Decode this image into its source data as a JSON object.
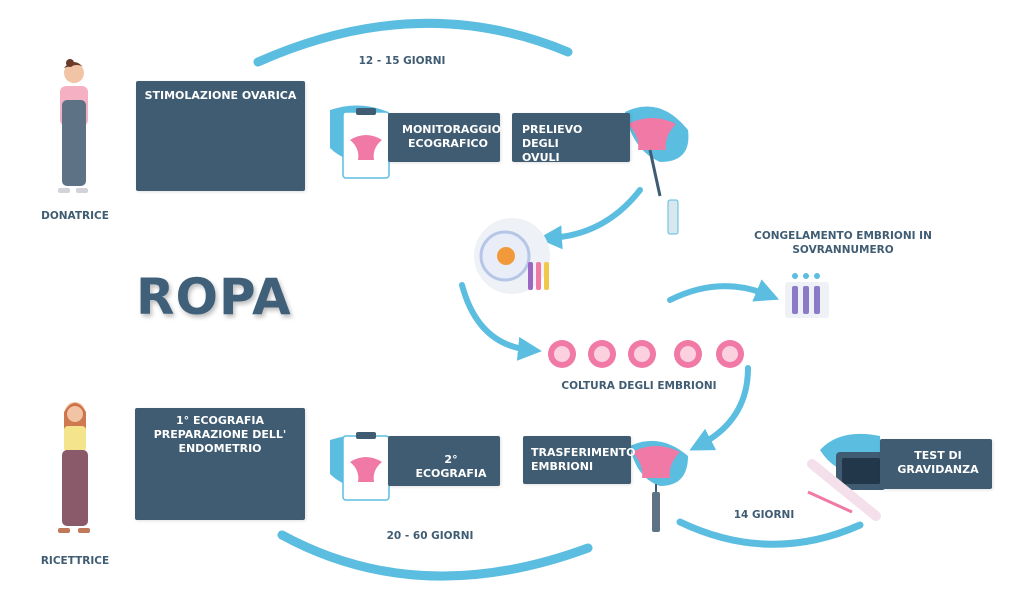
{
  "title": "ROPA",
  "roles": {
    "donor": "DONATRICE",
    "recipient": "RICETTRICE"
  },
  "steps": {
    "stimolazione": "STIMOLAZIONE OVARICA",
    "monitoraggio": "MONITORAGGIO ECOGRAFICO",
    "prelievo": "PRELIEVO DEGLI OVULI",
    "congelamento": "CONGELAMENTO EMBRIONI IN SOVRANNUMERO",
    "coltura": "COLTURA DEGLI EMBRIONI",
    "prima_ecografia": "1° ECOGRAFIA PREPARAZIONE DELL' ENDOMETRIO",
    "seconda_ecografia": "2° ECOGRAFIA",
    "trasferimento": "TRASFERIMENTO EMBRIONI",
    "test": "TEST DI GRAVIDANZA"
  },
  "durations": {
    "top": "12 - 15 GIORNI",
    "bottom": "20 - 60 GIORNI",
    "test": "14 GIORNI"
  },
  "colors": {
    "box": "#3f5c72",
    "arrow": "#5bbde0",
    "pink": "#f07aa5",
    "title": "#40607a"
  }
}
